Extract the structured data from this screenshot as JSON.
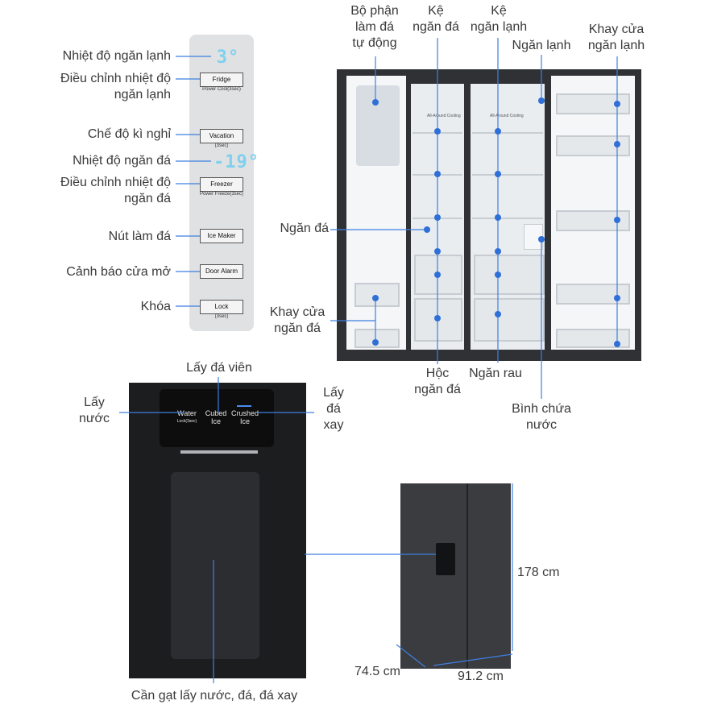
{
  "panel": {
    "fridge_temp": "3°",
    "freezer_temp": "-19°",
    "fridge_btn": "Fridge",
    "fridge_sub": "Power Cool(3sec)",
    "vacation_btn": "Vacation",
    "vacation_sub": "(3sec)",
    "freezer_btn": "Freezer",
    "freezer_sub": "Power Freeze(3sec)",
    "icemaker_btn": "Ice Maker",
    "dooralarm_btn": "Door Alarm",
    "lock_btn": "Lock",
    "lock_sub": "(3sec)"
  },
  "labels": {
    "fridge_temp": "Nhiệt độ ngăn lạnh",
    "fridge_adjust": "Điều chỉnh nhiệt độ\nngăn lạnh",
    "vacation": "Chế độ kì nghỉ",
    "freezer_temp": "Nhiệt độ ngăn đá",
    "freezer_adjust": "Điều chỉnh nhiệt độ\nngăn đá",
    "ice_button": "Nút làm đá",
    "door_alarm": "Cảnh báo cửa mở",
    "lock": "Khóa",
    "auto_ice": "Bộ phận\nlàm đá\ntự động",
    "freezer_shelf": "Kệ\nngăn đá",
    "fridge_shelf": "Kệ\nngăn lạnh",
    "fridge_compartment": "Ngăn lạnh",
    "fridge_door_tray": "Khay cửa\nngăn lạnh",
    "freezer_compartment": "Ngăn đá",
    "freezer_door_tray": "Khay cửa\nngăn đá",
    "freezer_box": "Hộc\nngăn đá",
    "vegetable_drawer": "Ngăn rau",
    "water_tank": "Bình chứa\nnước",
    "cubed_ice": "Lấy đá viên",
    "water": "Lấy\nnước",
    "crushed_ice": "Lấy\nđá\nxay",
    "lever": "Cần gạt lấy nước, đá, đá xay"
  },
  "dispenser": {
    "water": "Water",
    "water_sub": "Lock(3sec)",
    "cubed": "Cubed\nIce",
    "crushed": "Crushed\nIce"
  },
  "interior": {
    "cooling_left": "All-Around Cooling",
    "cooling_right": "All-Around Cooling"
  },
  "dimensions": {
    "height": "178 cm",
    "depth": "74.5 cm",
    "width": "91.2 cm"
  },
  "colors": {
    "dot": "#2f6fd8",
    "line": "#3f7fe0",
    "text": "#3a3a3a"
  }
}
